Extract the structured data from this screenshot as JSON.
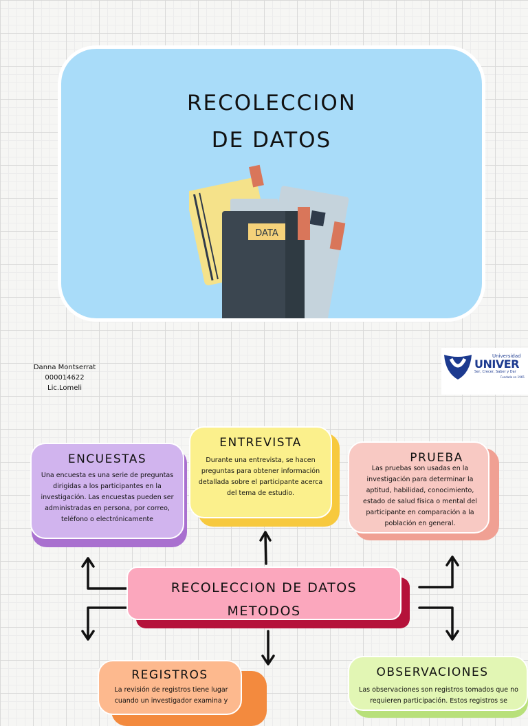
{
  "hero": {
    "title_line1": "RECOLECCION",
    "title_line2": "DE DATOS",
    "binder_label": "DATA",
    "background_color": "#a9dcf9"
  },
  "author": {
    "name": "Danna Montserrat",
    "id": "000014622",
    "teacher": "Lic.Lomeli"
  },
  "logo": {
    "small_text": "Universidad",
    "brand": "UNIVER",
    "slogan": "Ser, Crecer, Saber y Dar",
    "founded": "Fundada en 1965"
  },
  "center": {
    "line1": "RECOLECCION DE DATOS",
    "line2": "METODOS",
    "color": "#fba7bd",
    "shadow_color": "#b5123a"
  },
  "cards": {
    "encuestas": {
      "title": "ENCUESTAS",
      "text": "Una encuesta es una serie de preguntas dirigidas a los participantes en la investigación. Las encuestas pueden ser administradas en persona, por correo, teléfono o electrónicamente",
      "color": "#d1b4ee",
      "shadow_color": "#a970cf"
    },
    "entrevista": {
      "title": "ENTREVISTA",
      "text": "Durante una entrevista, se hacen preguntas para obtener información detallada sobre el participante acerca del tema de estudio.",
      "color": "#fbf08c",
      "shadow_color": "#f7c93e"
    },
    "prueba": {
      "title": "PRUEBA",
      "text": "Las pruebas son usadas en la investigación para determinar la aptitud, habilidad, conocimiento, estado de salud física o mental del participante en comparación a la población en general.",
      "color": "#f8c9c3",
      "shadow_color": "#f0a093"
    },
    "registros": {
      "title": "REGISTROS",
      "text": "La revisión de registros tiene lugar cuando un investigador examina y",
      "color": "#fdb98e",
      "shadow_color": "#f38a3e"
    },
    "observaciones": {
      "title": "OBSERVACIONES",
      "text": "Las observaciones son registros tomados que no requieren participación. Estos registros se",
      "color": "#e2f6b4",
      "shadow_color": "#b8e07a"
    }
  }
}
